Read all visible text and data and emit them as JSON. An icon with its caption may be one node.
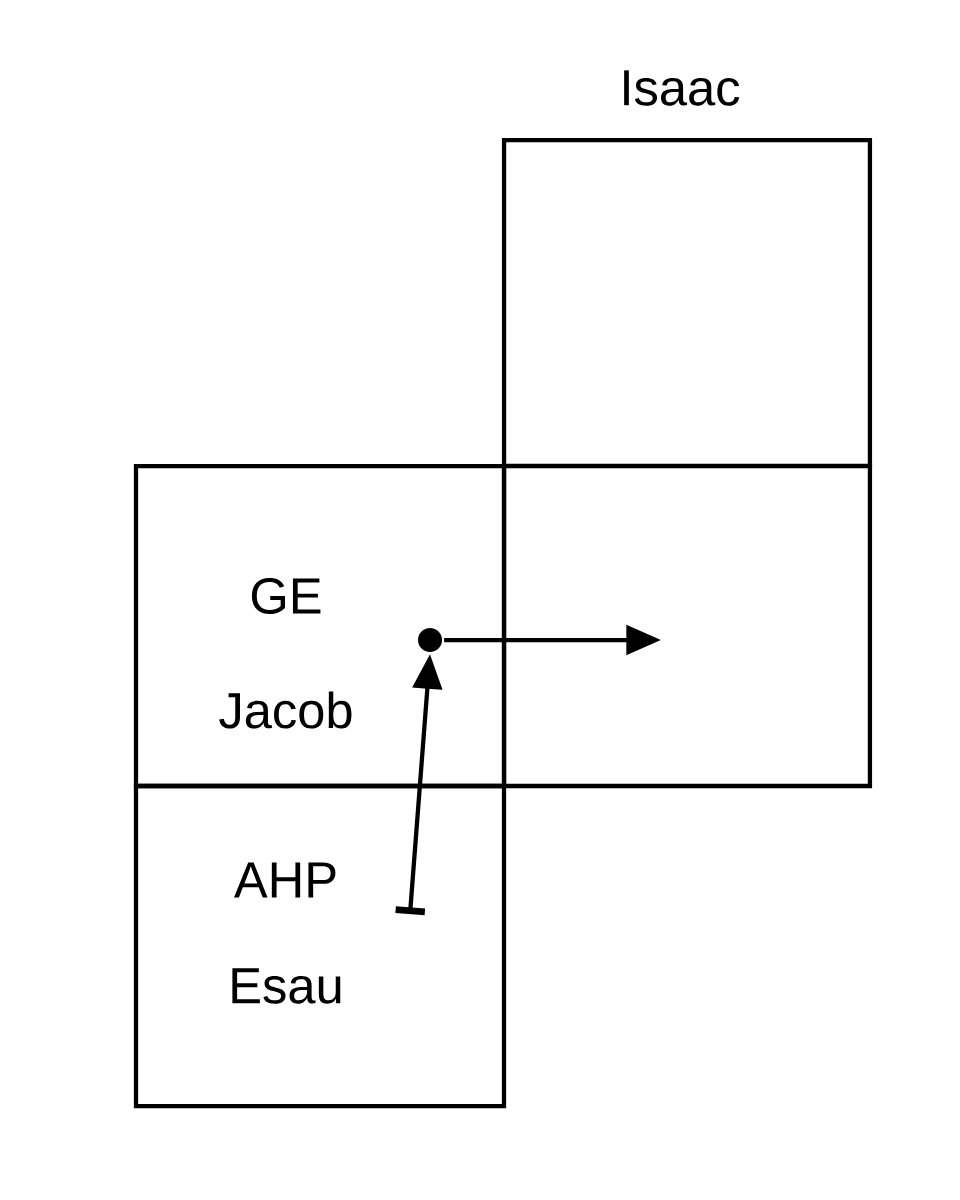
{
  "diagram": {
    "nodes": [
      {
        "text": [
          "Isaac"
        ]
      },
      {
        "text": [
          "GE",
          "Jacob"
        ]
      },
      {
        "text": [],
        "shape": "box"
      },
      {
        "text": [
          "AHP",
          "Esau"
        ]
      },
      {
        "text": [],
        "shape": "circle",
        "in": 1
      }
    ],
    "edges": [
      {
        "from": 4,
        "to": 2,
        "arrow": "to"
      },
      {
        "from": 3,
        "to": 4,
        "arrow": "to"
      }
    ]
  }
}
